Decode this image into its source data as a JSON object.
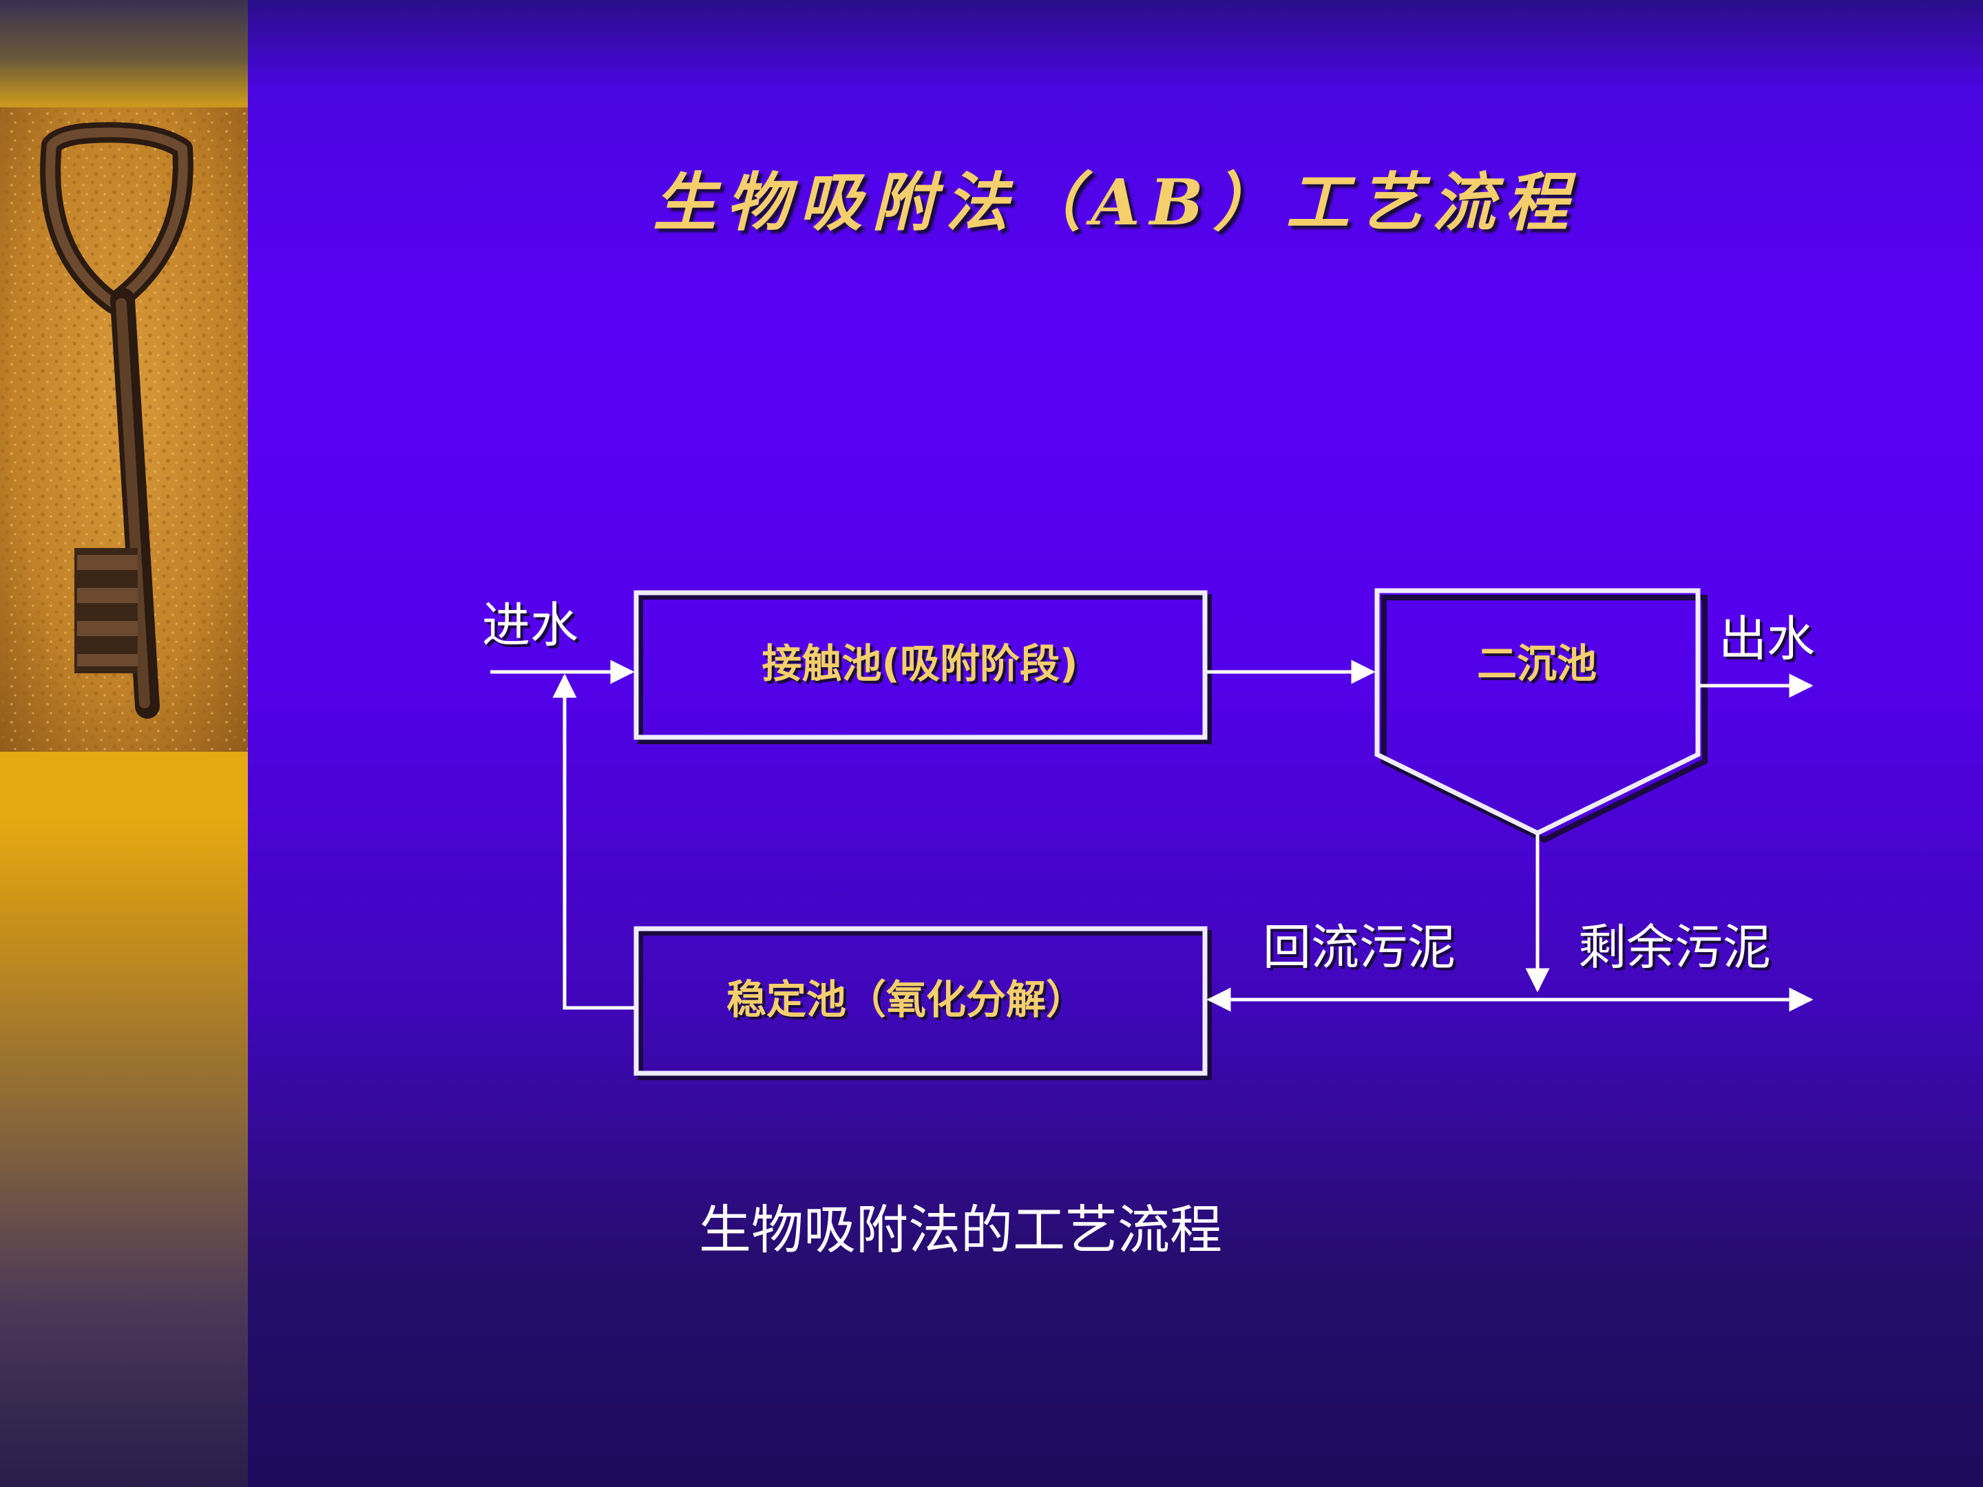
{
  "slide": {
    "title": "生物吸附法（AB）工艺流程",
    "caption": "生物吸附法的工艺流程"
  },
  "side_photo": {
    "icon": "old-key-icon"
  },
  "diagram": {
    "influent_label": "进水",
    "effluent_label": "出水",
    "contact_tank": "接触池(吸附阶段)",
    "secondary_clarifier": "二沉池",
    "stabilization_tank": "稳定池（氧化分解）",
    "return_sludge_label": "回流污泥",
    "excess_sludge_label": "剩余污泥"
  },
  "colors": {
    "title_gold": "#f4cf6c",
    "background_violet": "#5a00f4",
    "line_white": "#ffffff",
    "panel_amber": "#e6a912"
  }
}
